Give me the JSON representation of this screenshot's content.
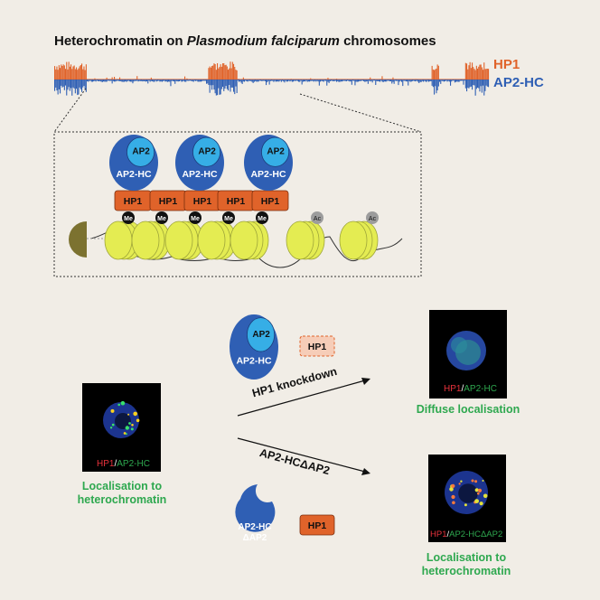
{
  "title": {
    "prefix": "Heterochromatin on ",
    "italic": "Plasmodium falciparum",
    "suffix": " chromosomes"
  },
  "tracks": {
    "hp1": "HP1",
    "ap2hc": "AP2-HC"
  },
  "model": {
    "ap2": "AP2",
    "ap2hc": "AP2-HC",
    "hp1": "HP1",
    "me": "Me",
    "ac": "Ac"
  },
  "panel_left": {
    "label_red": "HP1",
    "label_sep": "/",
    "label_green": "AP2-HC",
    "caption_line1": "Localisation to",
    "caption_line2": "heterochromatin"
  },
  "knockdown": {
    "ap2": "AP2",
    "ap2hc": "AP2-HC",
    "hp1": "HP1",
    "arrow_label": "HP1 knockdown",
    "label_red": "HP1",
    "label_sep": "/",
    "label_green": "AP2-HC",
    "caption": "Diffuse localisation"
  },
  "deletion": {
    "arrow_label": "AP2-HCΔAP2",
    "protein_line1": "AP2-HC",
    "protein_line2": "ΔAP2",
    "hp1": "HP1",
    "label_red": "HP1",
    "label_sep": "/",
    "label_green": "AP2-HCΔAP2",
    "caption_line1": "Localisation to",
    "caption_line2": "heterochromatin"
  },
  "colors": {
    "hp1": "#e0632a",
    "ap2hc": "#2f5fb4",
    "ap2": "#36aee6",
    "nucleosome": "#e4ec52",
    "green": "#2ea84f",
    "red": "#e8323c"
  }
}
